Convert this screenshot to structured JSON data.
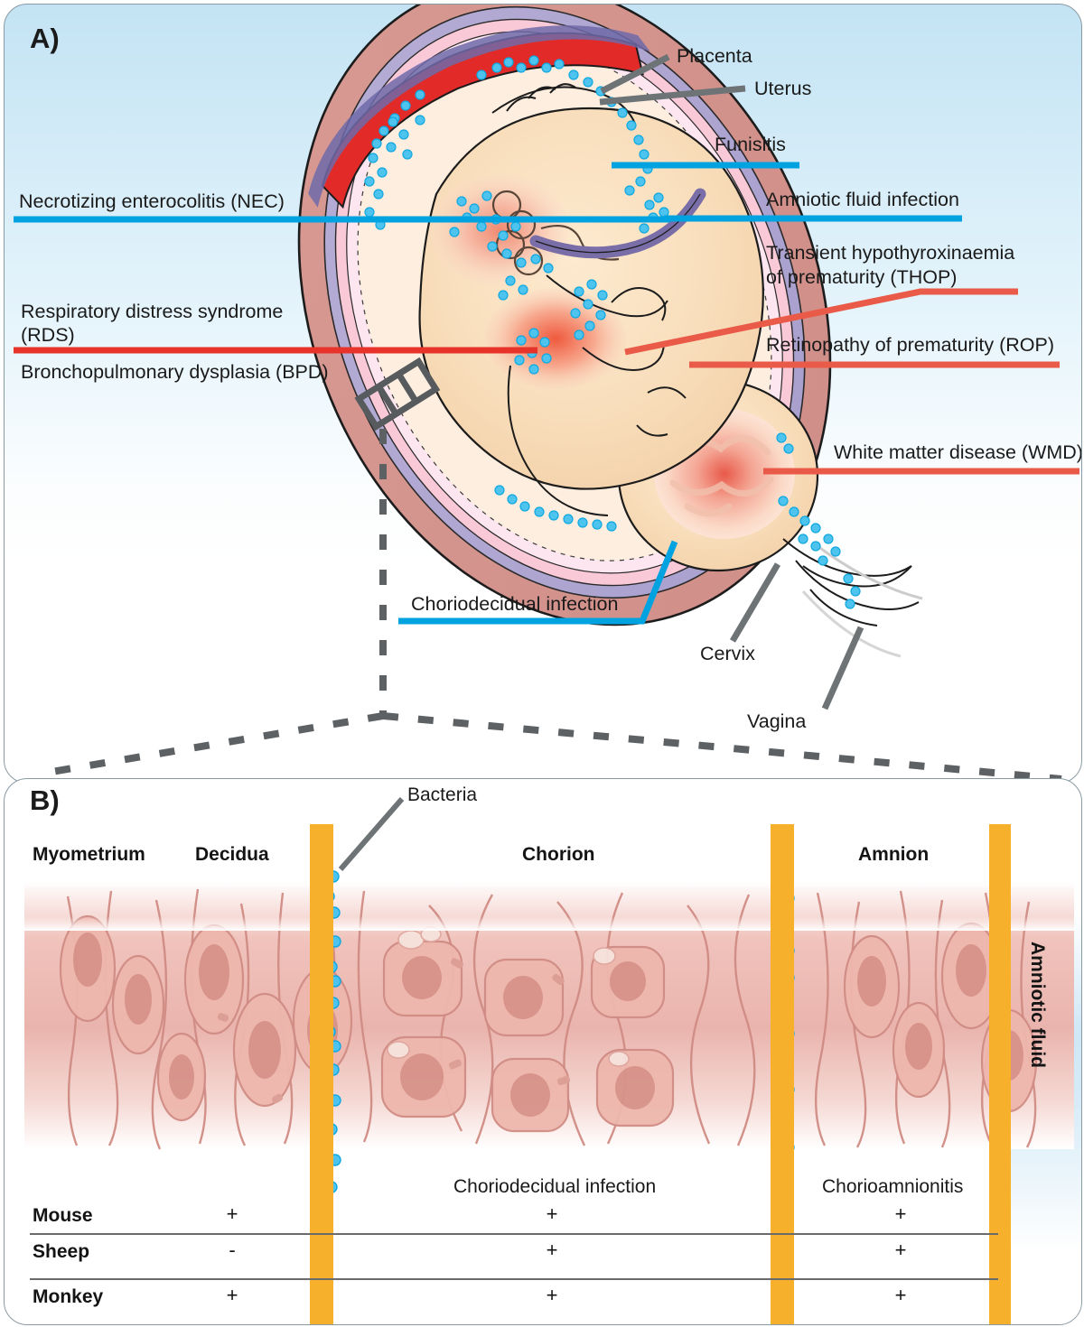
{
  "figure": {
    "panels": [
      {
        "id": "A",
        "letter": "A)"
      },
      {
        "id": "B",
        "letter": "B)"
      }
    ]
  },
  "colors": {
    "leader_blue": "#00a3e0",
    "leader_red": "#e8332a",
    "leader_red_orange": "#ea5a48",
    "leader_grey": "#6e7376",
    "membrane_orange": "#f7b02c",
    "bacteria_blue": "#29b6e8",
    "panel_bg_top": "#c3e3f4",
    "tissue_pink": "#e7a79d"
  },
  "panelA": {
    "letter": "A)",
    "labels": {
      "placenta": "Placenta",
      "uterus": "Uterus",
      "funisitis": "Funisitis",
      "amniotic_fluid_infection": "Amniotic fluid infection",
      "nec": "Necrotizing enterocolitis (NEC)",
      "thop_line1": "Transient hypothyroxinaemia",
      "thop_line2": "of prematurity (THOP)",
      "rds_line1": "Respiratory distress syndrome",
      "rds_line2": "(RDS)",
      "rop": "Retinopathy of prematurity (ROP)",
      "bpd": "Bronchopulmonary dysplasia (BPD)",
      "wmd": "White matter disease (WMD)",
      "choriodecidual_infection": "Choriodecidual infection",
      "cervix": "Cervix",
      "vagina": "Vagina"
    }
  },
  "panelB": {
    "letter": "B)",
    "layers": [
      "Myometrium",
      "Decidua",
      "Chorion",
      "Amnion"
    ],
    "bacteria_label": "Bacteria",
    "amniotic_fluid_label": "Amniotic fluid",
    "infection_columns": [
      "Choriodecidual infection",
      "Chorioamnionitis"
    ],
    "table": {
      "rows": [
        {
          "species": "Mouse",
          "decidua": "+",
          "choriodecidual": "+",
          "chorioamnionitis": "+"
        },
        {
          "species": "Sheep",
          "decidua": "-",
          "choriodecidual": "+",
          "chorioamnionitis": "+"
        },
        {
          "species": "Monkey",
          "decidua": "+",
          "choriodecidual": "+",
          "chorioamnionitis": "+"
        }
      ]
    }
  }
}
